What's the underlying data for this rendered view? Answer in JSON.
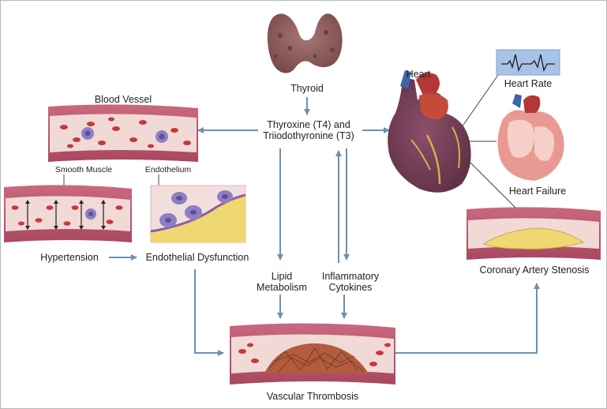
{
  "colors": {
    "arrow": "#6f90ad",
    "vessel_wall": "#b7566e",
    "vessel_lumen": "#f1d9d6",
    "red_cell": "#c43a3a",
    "white_cell": "#8d7fc2",
    "plaque": "#efd772",
    "thyroid": "#8f5f5f",
    "heart_muscle": "#7c3b5a",
    "aorta": "#b63636",
    "ecg_box": "#a8c3e8"
  },
  "labels": {
    "thyroid": "Thyroid",
    "hormones_line1": "Thyroxine (T4) and",
    "hormones_line2": "Triiodothyronine (T3)",
    "blood_vessel": "Blood Vessel",
    "smooth_muscle": "Smooth Muscle",
    "endothelium": "Endothelium",
    "hypertension": "Hypertension",
    "endothelial_dysfunction": "Endothelial Dysfunction",
    "lipid_line1": "Lipid",
    "lipid_line2": "Metabolism",
    "inflammatory_line1": "Inflammatory",
    "inflammatory_line2": "Cytokines",
    "vascular_thrombosis": "Vascular Thrombosis",
    "heart": "Heart",
    "heart_rate": "Heart Rate",
    "heart_failure": "Heart Failure",
    "coronary_stenosis": "Coronary Artery Stenosis"
  }
}
